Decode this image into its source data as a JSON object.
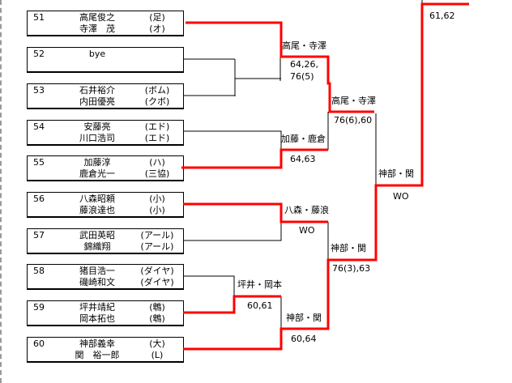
{
  "entries": [
    {
      "num": "51",
      "p1": "高尾俊之",
      "p2": "寺澤　茂",
      "a1": "(足)",
      "a2": "(オ)"
    },
    {
      "num": "52",
      "p1": "bye",
      "p2": "",
      "a1": "",
      "a2": ""
    },
    {
      "num": "53",
      "p1": "石井裕介",
      "p2": "内田優亮",
      "a1": "(ボム)",
      "a2": "(クボ)"
    },
    {
      "num": "54",
      "p1": "安藤亮",
      "p2": "川口浩司",
      "a1": "(エド)",
      "a2": "(エド)"
    },
    {
      "num": "55",
      "p1": "加藤淳",
      "p2": "鹿倉光一",
      "a1": "(ハ)",
      "a2": "(三協)"
    },
    {
      "num": "56",
      "p1": "八森昭頼",
      "p2": "藤浪達也",
      "a1": "(小)",
      "a2": "(小)"
    },
    {
      "num": "57",
      "p1": "武田英昭",
      "p2": "錦織翔",
      "a1": "(アール)",
      "a2": "(アール)"
    },
    {
      "num": "58",
      "p1": "猪目浩一",
      "p2": "磯崎和文",
      "a1": "(ダイヤ)",
      "a2": "(ダイヤ)"
    },
    {
      "num": "59",
      "p1": "坪井靖紀",
      "p2": "岡本拓也",
      "a1": "(鵯)",
      "a2": "(鵯)"
    },
    {
      "num": "60",
      "p1": "神部義幸",
      "p2": "関　裕一郎",
      "a1": "(大)",
      "a2": "(L)"
    }
  ],
  "results": [
    {
      "winner": "高尾・寺澤",
      "score": "64,26,",
      "score2": "76(5)"
    },
    {
      "winner": "加藤・鹿倉",
      "score": "64,63"
    },
    {
      "winner": "高尾・寺澤",
      "score": "76(6),60"
    },
    {
      "winner": "八森・藤浪",
      "score": "WO"
    },
    {
      "winner": "坪井・岡本",
      "score": "60,61"
    },
    {
      "winner": "神部・関",
      "score": "60,64"
    },
    {
      "winner": "神部・関",
      "score": "76(3),63"
    },
    {
      "winner": "神部・関",
      "score": "WO"
    },
    {
      "score": "61,62"
    }
  ],
  "colors": {
    "win_line": "#ff0000",
    "line": "#000000"
  }
}
